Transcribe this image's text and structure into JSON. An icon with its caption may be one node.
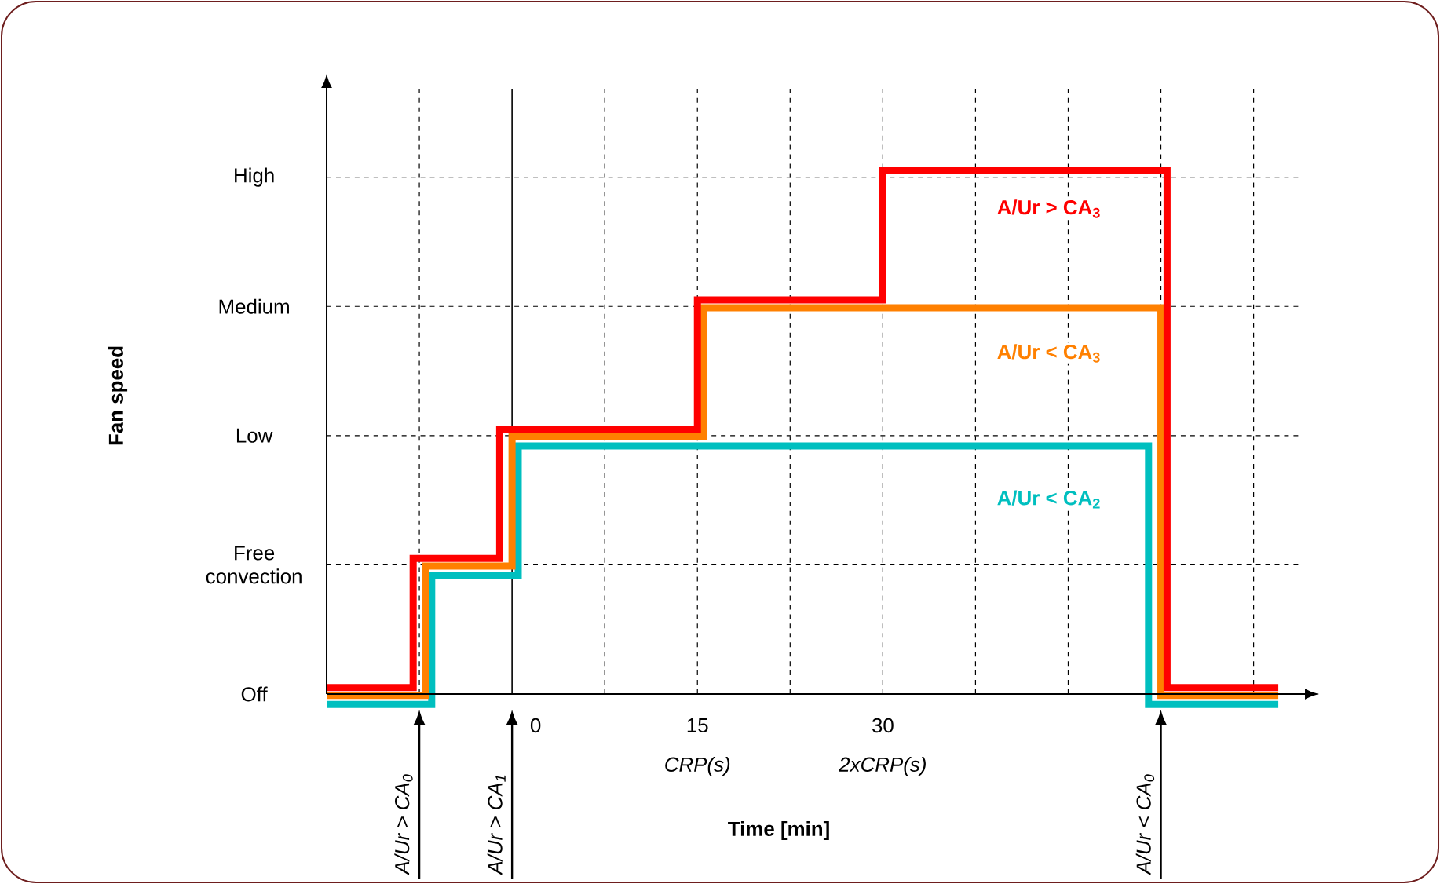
{
  "diagram": {
    "labels": [
      "High",
      "A/Ur > CA$_{3}$",
      "Medium",
      "A/Ur < CA$_{3}$",
      "Fan speed",
      "Low",
      "A/Ur < CA$_{2}$",
      "Free convection",
      "Off",
      "0",
      "15",
      "30",
      "CRP(s)",
      "2xCRP(s)",
      "A/Ur > CA$_{0}$",
      "A/Ur > CA$_{1}$",
      "Time [min]",
      "A/Ur < CA$_{0}$"
    ]
  }
}
